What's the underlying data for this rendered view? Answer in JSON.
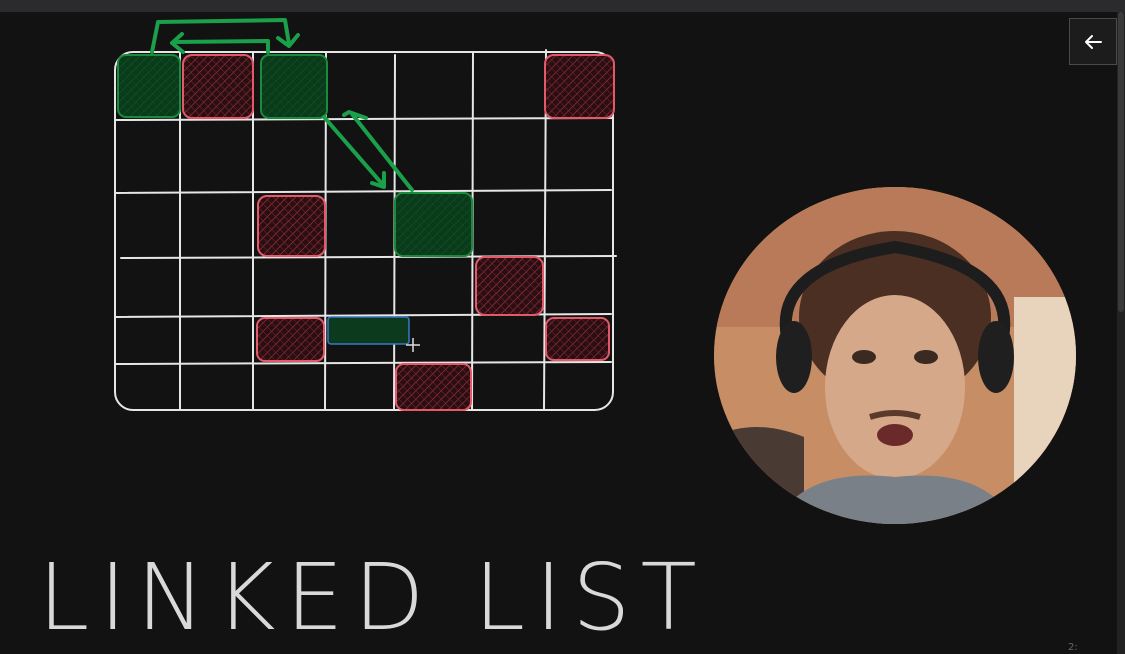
{
  "window": {
    "topbar_color": "#2b2b2d"
  },
  "toolbar": {
    "back_icon": "arrow-left-icon"
  },
  "canvas": {
    "grid": {
      "rows": 6,
      "cols": 7,
      "line_color": "#e6e6e6"
    },
    "colors": {
      "free_cell": "#0d4a22",
      "free_cell_stroke": "#1a8a3c",
      "occupied_cell": "#3a1418",
      "occupied_cell_stroke": "#e25a6a",
      "arrow": "#1aa04a",
      "selection": "#3a78c8"
    },
    "free_cells": [
      [
        0,
        0
      ],
      [
        0,
        2
      ],
      [
        2,
        4
      ]
    ],
    "occupied_cells": [
      [
        0,
        1
      ],
      [
        0,
        6
      ],
      [
        2,
        2
      ],
      [
        3,
        5
      ],
      [
        4,
        2
      ],
      [
        4,
        6
      ],
      [
        5,
        4
      ]
    ],
    "links": [
      {
        "from": [
          0,
          0
        ],
        "to": [
          0,
          2
        ]
      },
      {
        "from": [
          0,
          2
        ],
        "to": [
          2,
          4
        ]
      }
    ]
  },
  "webcam": {
    "label": "presenter-webcam"
  },
  "title": {
    "text": "LINKED LIST"
  },
  "corner": {
    "text": "2:"
  }
}
